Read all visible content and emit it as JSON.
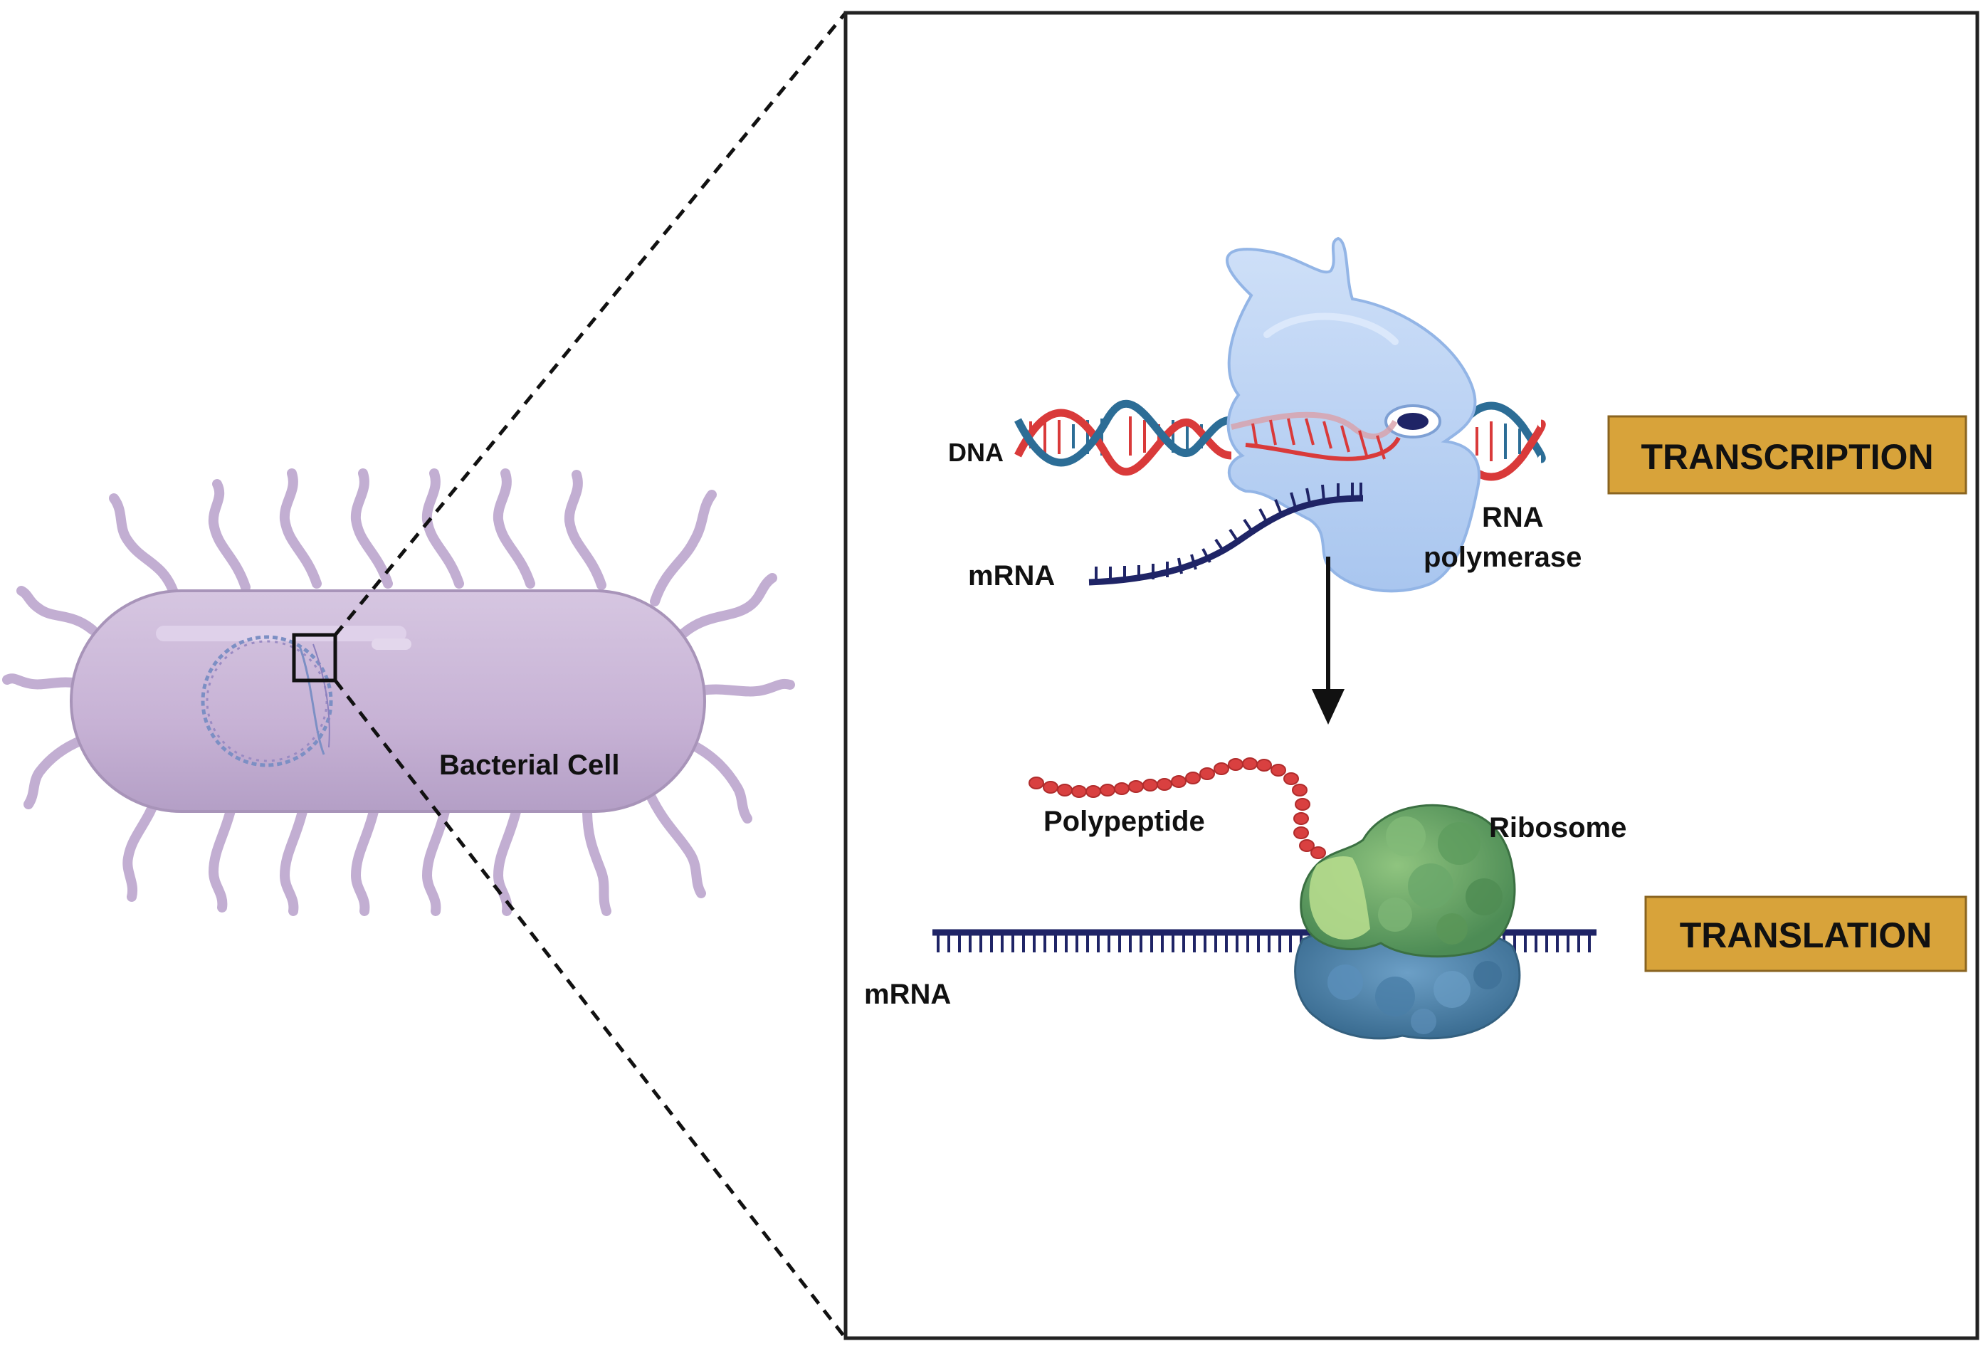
{
  "labels": {
    "bacterial_cell": "Bacterial Cell",
    "dna": "DNA",
    "mrna_top": "mRNA",
    "rna_polymerase_line1": "RNA",
    "rna_polymerase_line2": "polymerase",
    "polypeptide": "Polypeptide",
    "ribosome": "Ribosome",
    "mrna_bottom": "mRNA"
  },
  "stages": {
    "transcription": "TRANSCRIPTION",
    "translation": "TRANSLATION"
  },
  "colors": {
    "cell_fill": "#c9b5d6",
    "cell_stroke": "#a48bb6",
    "dna_red": "#d93a3a",
    "dna_blue": "#2c6d96",
    "mrna": "#1f2466",
    "polymerase": "#b9d3f5",
    "ribosome_green": "#6fae6a",
    "ribosome_blue": "#4f86b0",
    "stage_box": "#d8a33a"
  }
}
